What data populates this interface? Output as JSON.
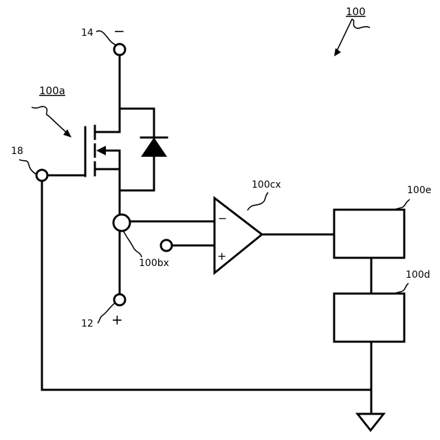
{
  "labels": {
    "figure_ref": "100",
    "transistor_ref": "100a",
    "terminal_neg": "14",
    "terminal_pos": "12",
    "terminal_gate": "18",
    "node_ref": "100bx",
    "comparator_ref": "100cx",
    "block_top_ref": "100e",
    "block_bottom_ref": "100d"
  },
  "signs": {
    "neg_terminal": "−",
    "pos_terminal": "+",
    "opamp_inverting": "−",
    "opamp_noninverting": "+"
  }
}
